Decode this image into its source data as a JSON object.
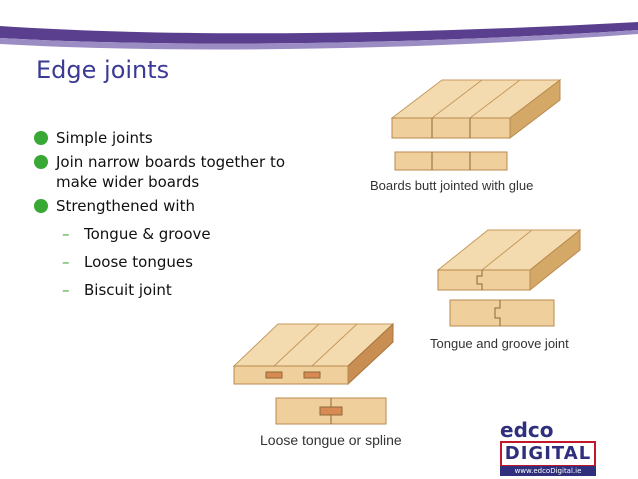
{
  "slide": {
    "title": "Edge joints",
    "bullets": [
      "Simple joints",
      "Join narrow boards together to make wider boards",
      "Strengthened with"
    ],
    "sub_bullets": [
      "Tongue & groove",
      "Loose tongues",
      "Biscuit joint"
    ]
  },
  "figures": {
    "butt_caption": "Boards butt jointed with glue",
    "tongue_caption": "Tongue and groove joint",
    "loose_caption": "Loose tongue or spline"
  },
  "logo": {
    "line1": "edco",
    "line2": "DIGITAL",
    "url": "www.edcoDigital.ie"
  },
  "colors": {
    "title": "#3b3a94",
    "bullet": "#3aa835",
    "wood": "#efcf9b",
    "wood_dark": "#d4a866",
    "swoosh": "#5a3f8e"
  }
}
